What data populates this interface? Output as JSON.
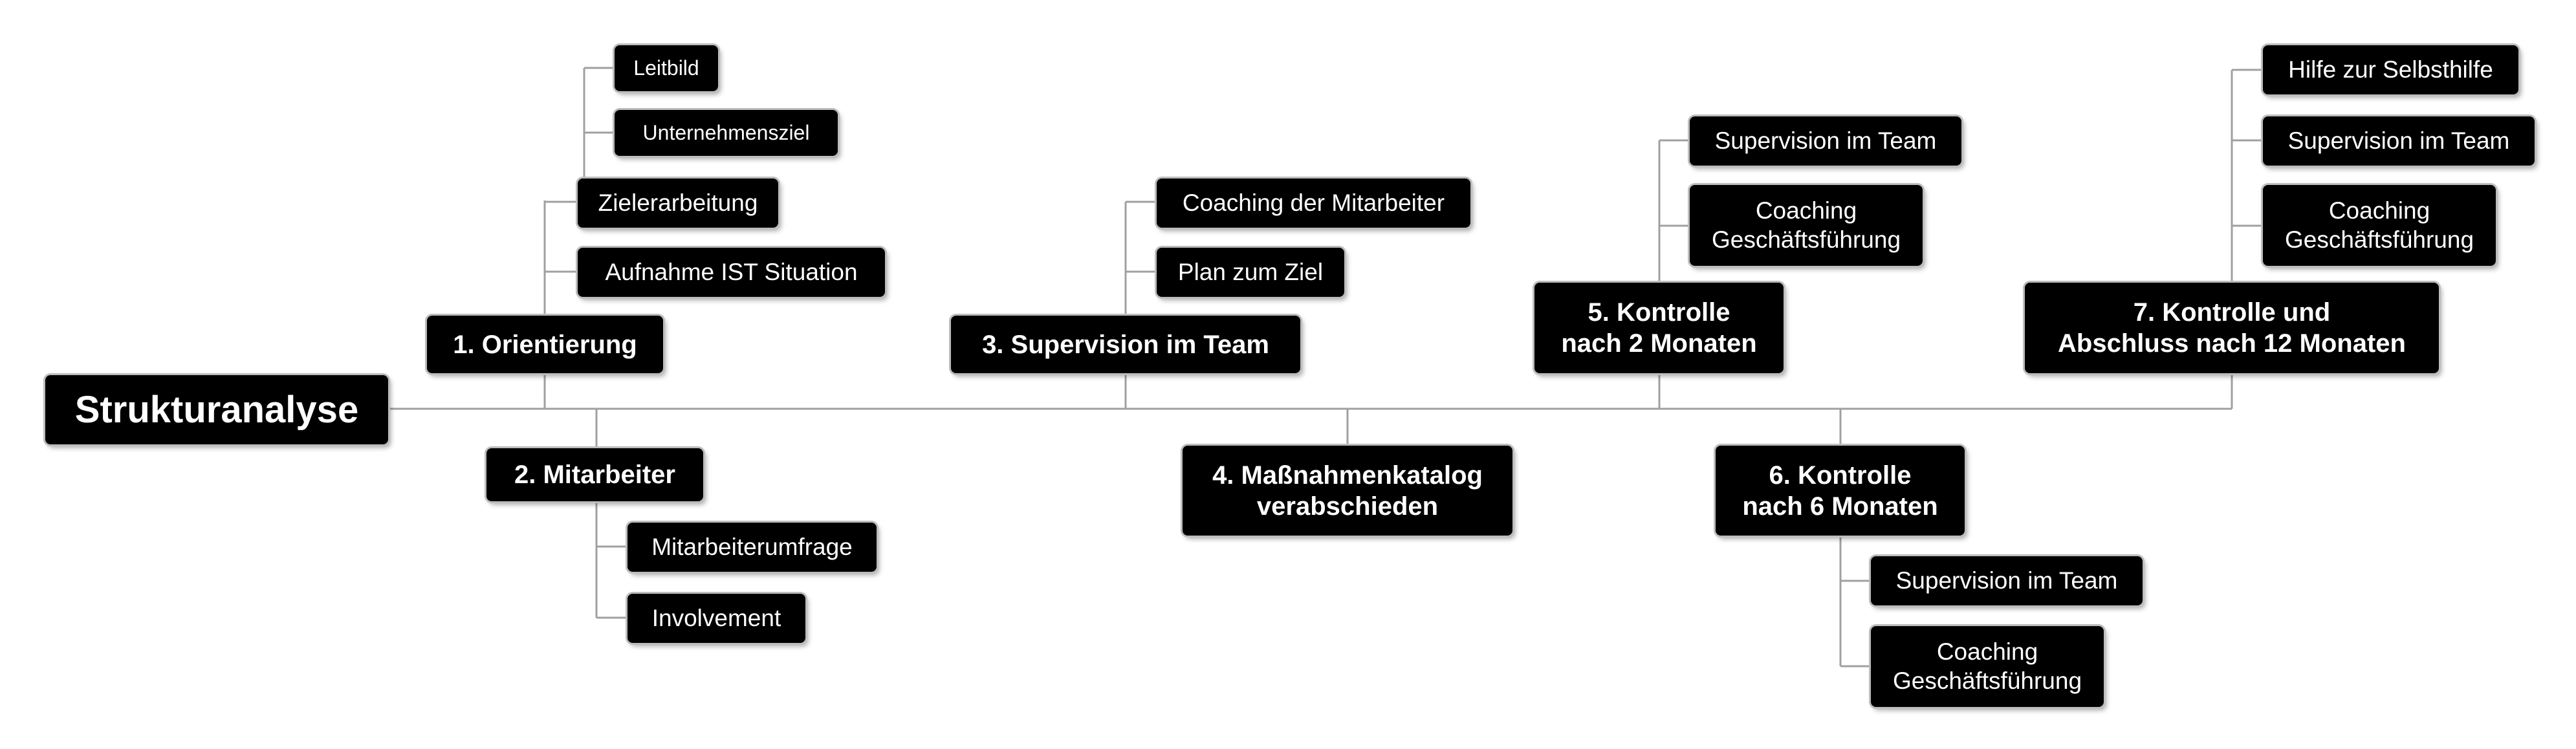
{
  "root": {
    "label": "Strukturanalyse"
  },
  "branches": [
    {
      "label": "1. Orientierung",
      "children": [
        "Zielerarbeitung",
        "Aufnahme IST Situation"
      ],
      "grandchildren": [
        "Leitbild",
        "Unternehmensziel"
      ]
    },
    {
      "label": "2. Mitarbeiter",
      "children": [
        "Mitarbeiterumfrage",
        "Involvement"
      ]
    },
    {
      "label": "3. Supervision im Team",
      "children": [
        "Coaching der Mitarbeiter",
        "Plan zum Ziel"
      ]
    },
    {
      "label": "4. Maßnahmenkatalog\nverabschieden",
      "children": []
    },
    {
      "label": "5. Kontrolle\nnach 2 Monaten",
      "children": [
        "Supervision im Team",
        "Coaching\nGeschäftsführung"
      ]
    },
    {
      "label": "6. Kontrolle\nnach 6 Monaten",
      "children": [
        "Supervision im Team",
        "Coaching\nGeschäftsführung"
      ]
    },
    {
      "label": "7. Kontrolle und\nAbschluss nach 12 Monaten",
      "children": [
        "Hilfe zur Selbsthilfe",
        "Supervision im Team",
        "Coaching\nGeschäftsführung"
      ]
    }
  ]
}
